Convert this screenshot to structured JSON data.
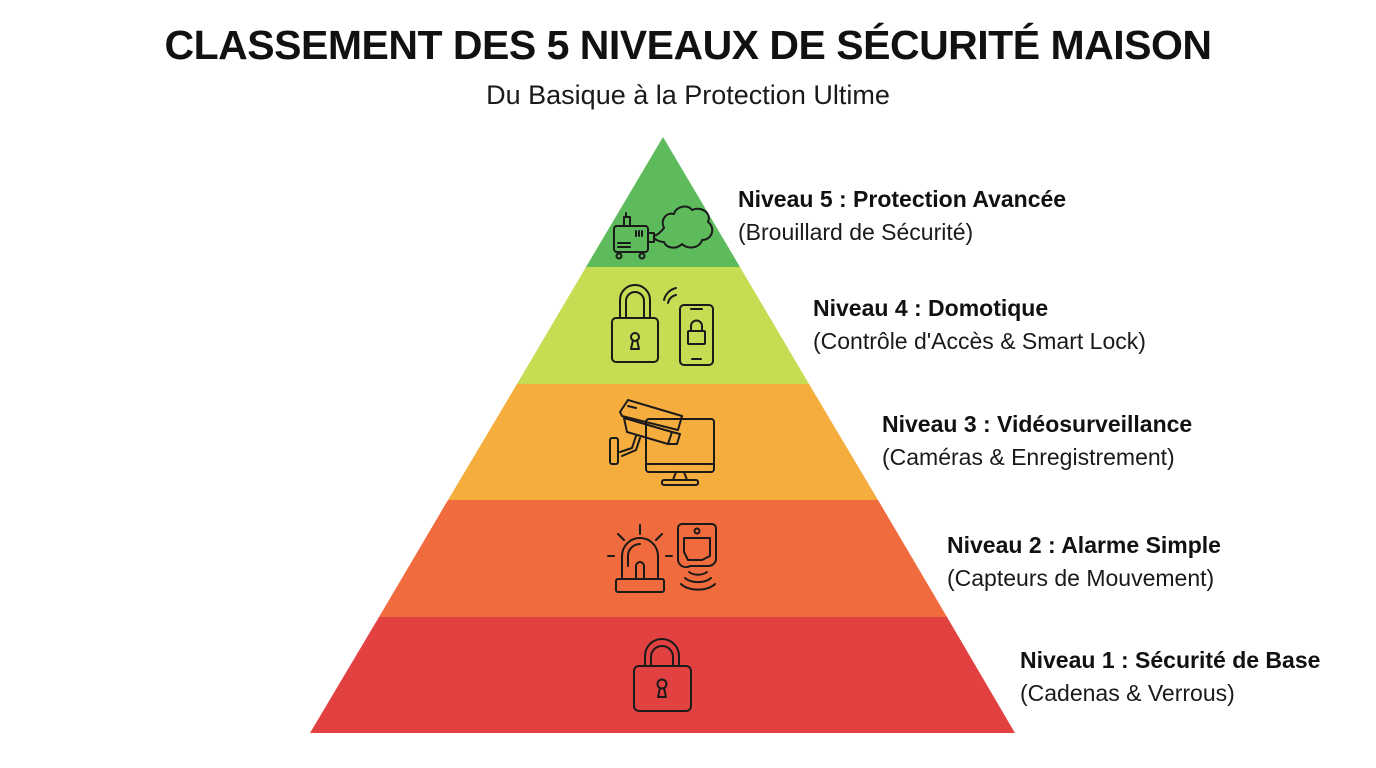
{
  "title": "CLASSEMENT DES 5 NIVEAUX DE SÉCURITÉ MAISON",
  "subtitle": "Du Basique à la Protection Ultime",
  "levels": [
    {
      "name": "Niveau 5 : Protection Avancée",
      "desc": "(Brouillard de Sécurité)",
      "color": "#5dbb5c",
      "icon": "fog-machine-icon"
    },
    {
      "name": "Niveau 4 : Domotique",
      "desc": "(Contrôle d'Accès & Smart Lock)",
      "color": "#c6dc52",
      "icon": "smart-lock-phone-icon"
    },
    {
      "name": "Niveau 3 : Vidéosurveillance",
      "desc": "(Caméras & Enregistrement)",
      "color": "#f5ad3e",
      "icon": "camera-monitor-icon"
    },
    {
      "name": "Niveau 2 : Alarme Simple",
      "desc": "(Capteurs de Mouvement)",
      "color": "#f06b3d",
      "icon": "siren-motion-sensor-icon"
    },
    {
      "name": "Niveau 1 : Sécurité de Base",
      "desc": "(Cadenas & Verrous)",
      "color": "#e24141",
      "icon": "padlock-icon"
    }
  ]
}
